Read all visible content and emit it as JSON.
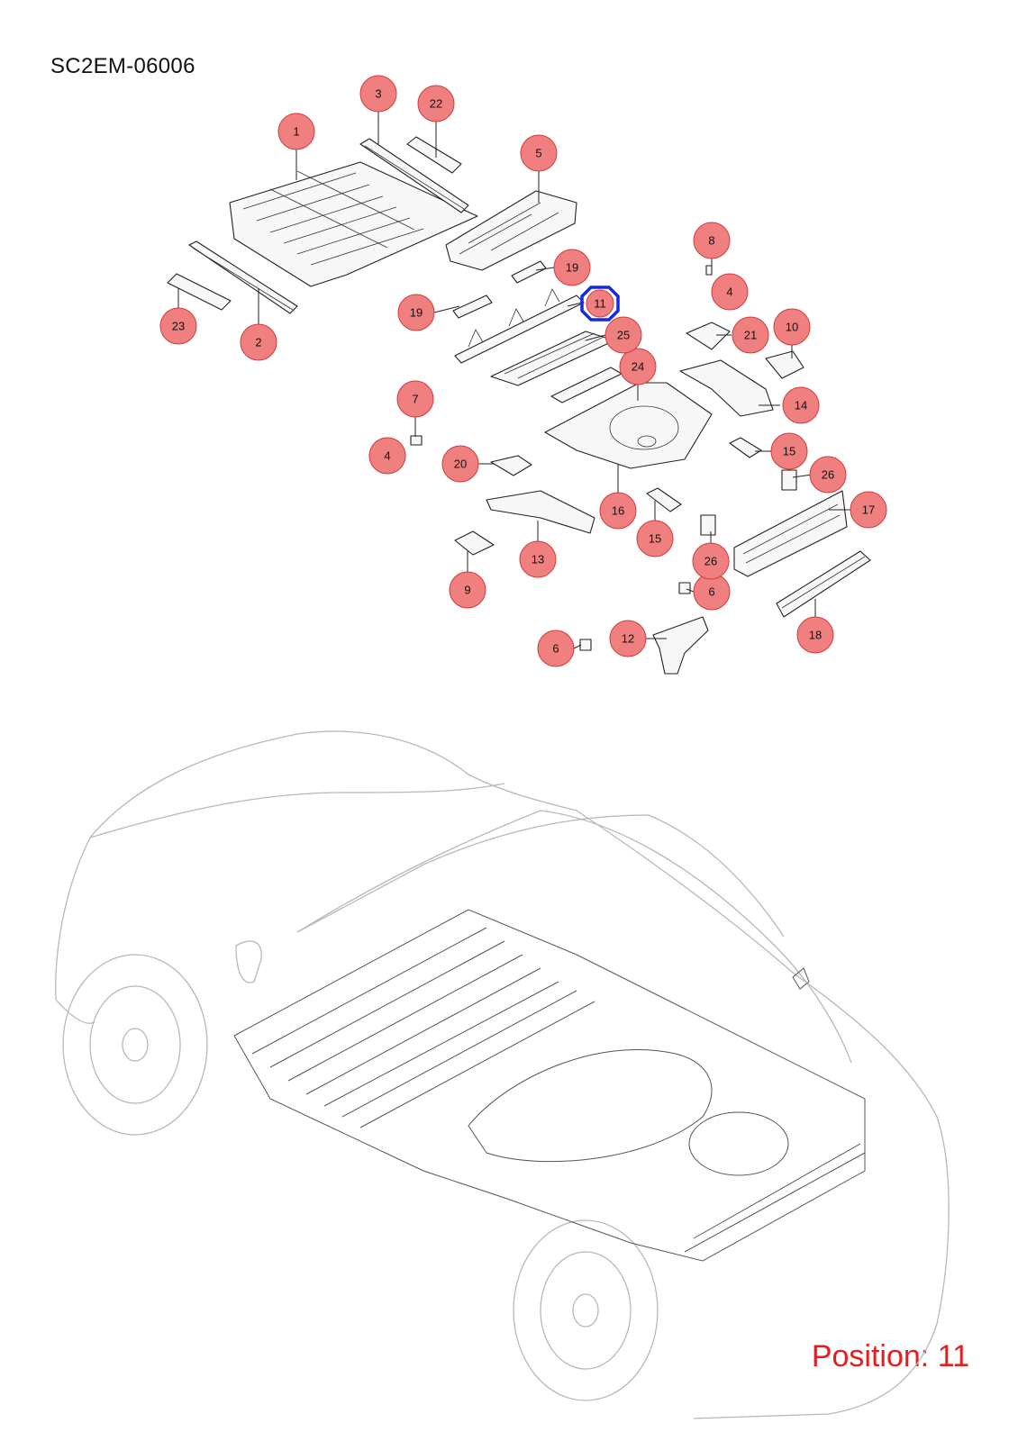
{
  "diagram_code": "SC2EM-06006",
  "position_label": "Position: 11",
  "highlight_color": "#1428e6",
  "callout_color": "#f08080",
  "callouts": [
    {
      "id": "c1",
      "label": "1"
    },
    {
      "id": "c2",
      "label": "2"
    },
    {
      "id": "c3",
      "label": "3"
    },
    {
      "id": "c4a",
      "label": "4"
    },
    {
      "id": "c4b",
      "label": "4"
    },
    {
      "id": "c5",
      "label": "5"
    },
    {
      "id": "c6a",
      "label": "6"
    },
    {
      "id": "c6b",
      "label": "6"
    },
    {
      "id": "c7",
      "label": "7"
    },
    {
      "id": "c8",
      "label": "8"
    },
    {
      "id": "c9",
      "label": "9"
    },
    {
      "id": "c10",
      "label": "10"
    },
    {
      "id": "c11",
      "label": "11"
    },
    {
      "id": "c12",
      "label": "12"
    },
    {
      "id": "c13",
      "label": "13"
    },
    {
      "id": "c14",
      "label": "14"
    },
    {
      "id": "c15a",
      "label": "15"
    },
    {
      "id": "c15b",
      "label": "15"
    },
    {
      "id": "c16",
      "label": "16"
    },
    {
      "id": "c17",
      "label": "17"
    },
    {
      "id": "c18",
      "label": "18"
    },
    {
      "id": "c19a",
      "label": "19"
    },
    {
      "id": "c19b",
      "label": "19"
    },
    {
      "id": "c20",
      "label": "20"
    },
    {
      "id": "c21",
      "label": "21"
    },
    {
      "id": "c22",
      "label": "22"
    },
    {
      "id": "c23",
      "label": "23"
    },
    {
      "id": "c24",
      "label": "24"
    },
    {
      "id": "c25",
      "label": "25"
    },
    {
      "id": "c26a",
      "label": "26"
    },
    {
      "id": "c26b",
      "label": "26"
    }
  ]
}
